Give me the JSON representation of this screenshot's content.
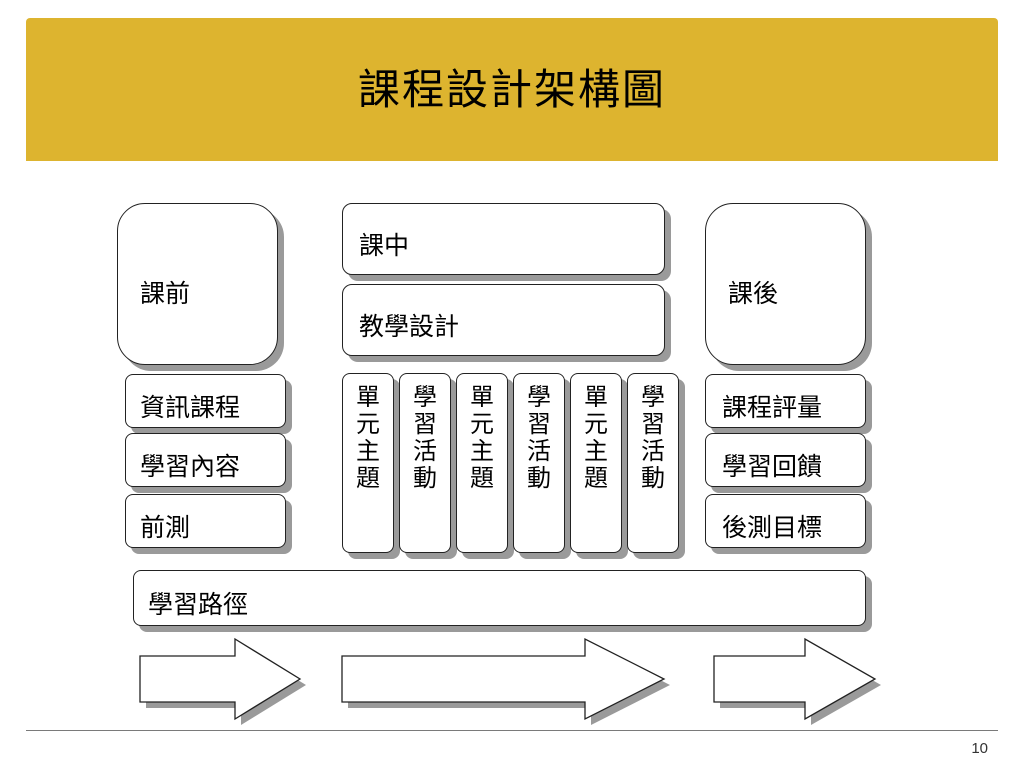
{
  "slide": {
    "title": "課程設計架構圖",
    "page_number": "10",
    "colors": {
      "header": "#DDB42F",
      "box_border": "#222222",
      "shadow": "#9a9a9a"
    }
  },
  "before": {
    "title": "課前",
    "items": [
      "資訊課程",
      "學習內容",
      "前測"
    ]
  },
  "during": {
    "title": "課中",
    "subtitle": "教學設計",
    "columns": [
      [
        "單",
        "元",
        "主",
        "題"
      ],
      [
        "學",
        "習",
        "活",
        "動"
      ],
      [
        "單",
        "元",
        "主",
        "題"
      ],
      [
        "學",
        "習",
        "活",
        "動"
      ],
      [
        "單",
        "元",
        "主",
        "題"
      ],
      [
        "學",
        "習",
        "活",
        "動"
      ]
    ]
  },
  "after": {
    "title": "課後",
    "items": [
      "課程評量",
      "學習回饋",
      "後測目標"
    ]
  },
  "path": {
    "label": "學習路徑"
  }
}
